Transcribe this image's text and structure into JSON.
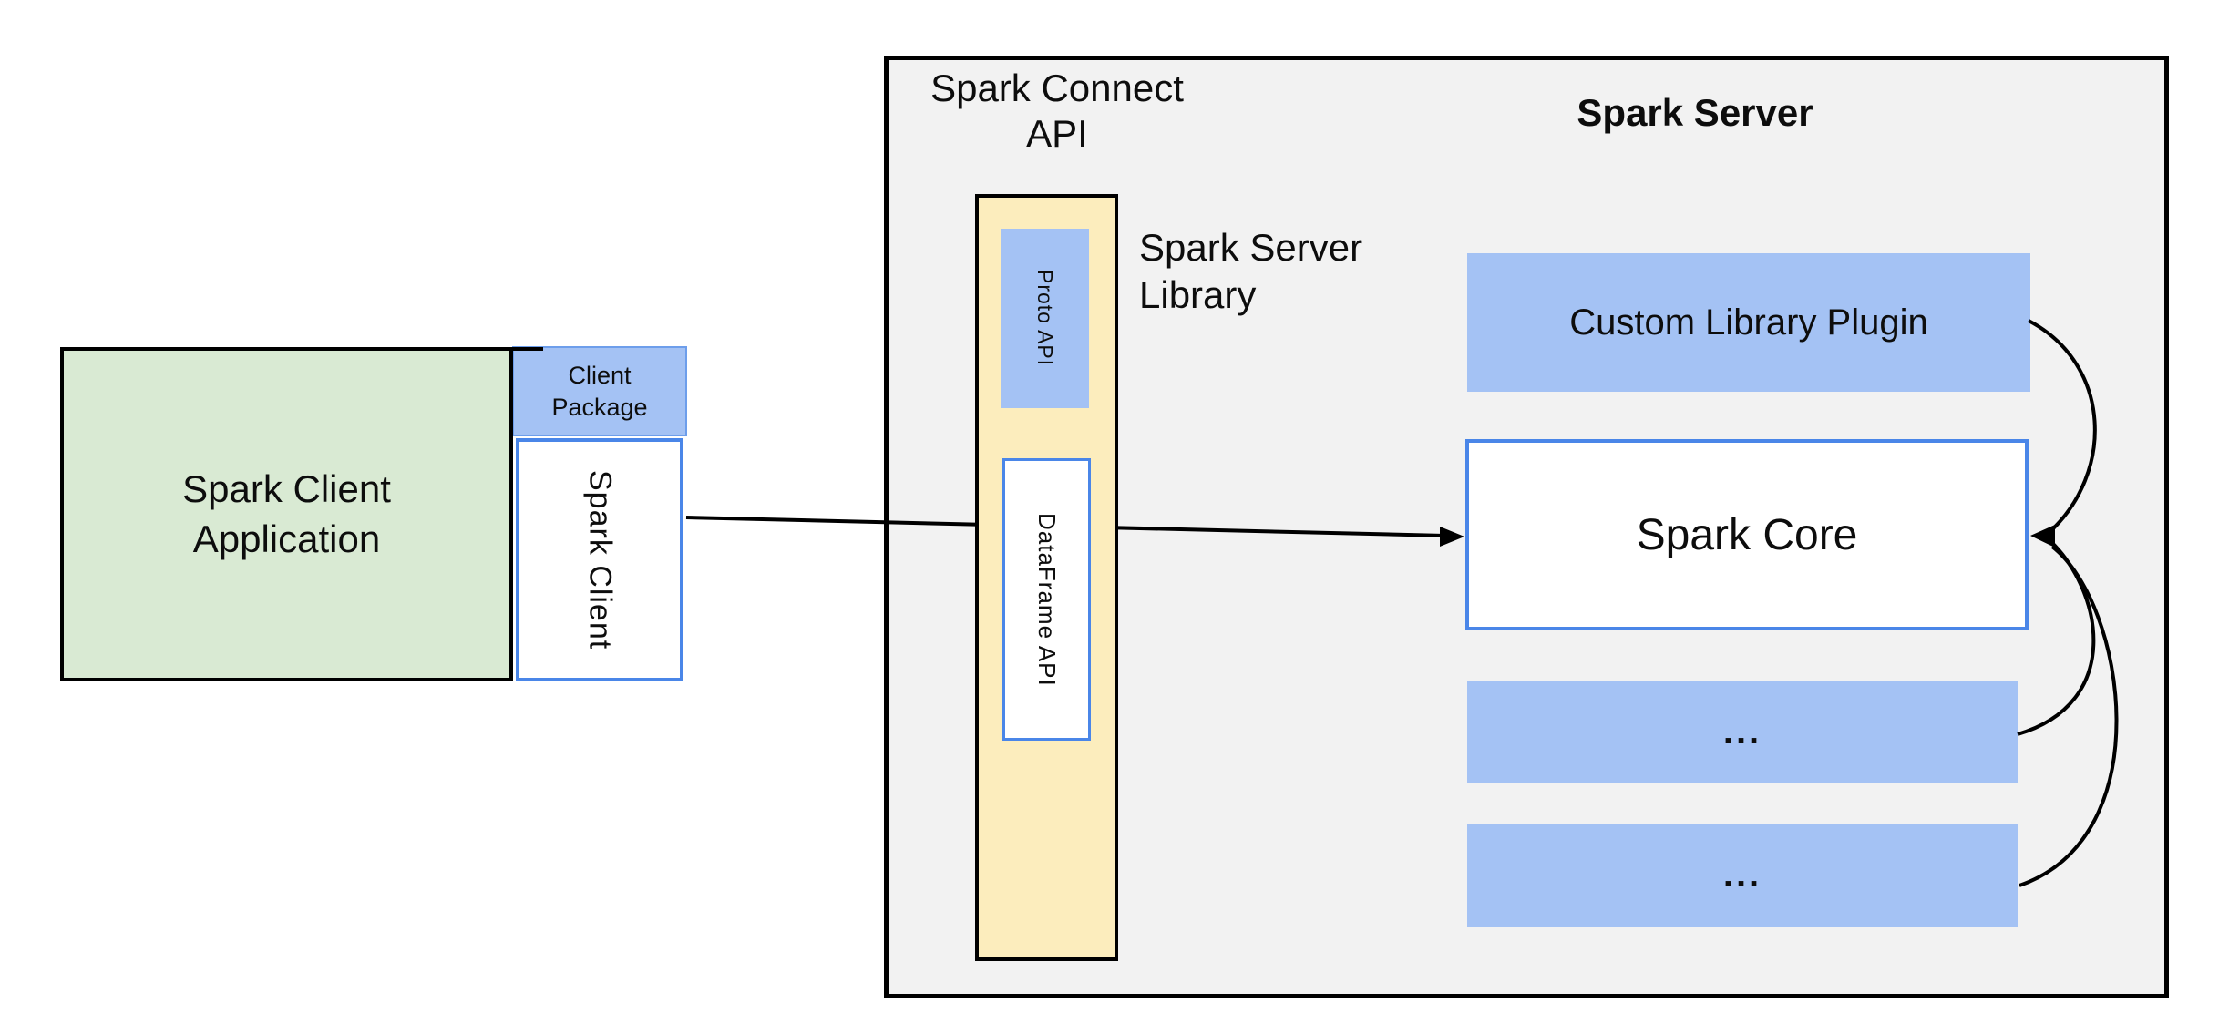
{
  "colors": {
    "green_fill": "#d9ead3",
    "blue_fill": "#a4c2f4",
    "yellow_fill": "#fcedbd",
    "blue_border": "#4a86e8",
    "blue_border_light": "#6d9eeb",
    "gray_fill": "#f2f2f2",
    "line": "#000000"
  },
  "client_group": {
    "application_label": "Spark Client\nApplication",
    "package_label": "Client\nPackage",
    "spark_client_label": "Spark Client"
  },
  "connect_api": {
    "section_label": "Spark Connect\nAPI",
    "proto_label": "Proto API",
    "dataframe_label": "DataFrame API",
    "library_label": "Spark Server\nLibrary"
  },
  "server": {
    "title": "Spark Server",
    "plugin_label": "Custom Library Plugin",
    "core_label": "Spark Core",
    "more_plugins": [
      {
        "label": "..."
      },
      {
        "label": "..."
      }
    ]
  }
}
